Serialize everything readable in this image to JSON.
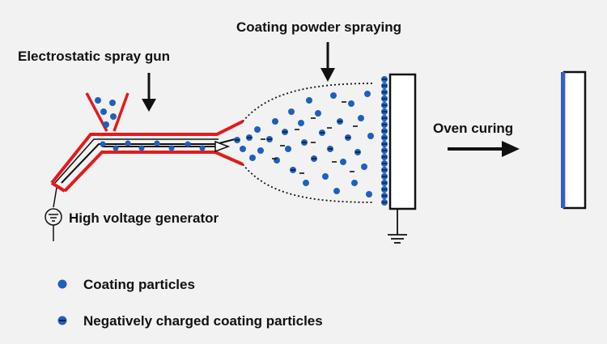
{
  "labels": {
    "spray_gun": "Electrostatic spray gun",
    "powder_spraying": "Coating powder  spraying",
    "oven_curing": "Oven curing",
    "hv_generator": "High voltage generator"
  },
  "legend": [
    {
      "label": "Coating particles",
      "symbol": "neutral-particle-icon"
    },
    {
      "label": "Negatively charged coating particles",
      "symbol": "charged-particle-icon"
    }
  ],
  "colors": {
    "background": "#f2f2f2",
    "particle": "#1f5fbf",
    "gun_outline": "#e31a1c",
    "coating_layer": "#3060c8",
    "line": "#111111"
  }
}
